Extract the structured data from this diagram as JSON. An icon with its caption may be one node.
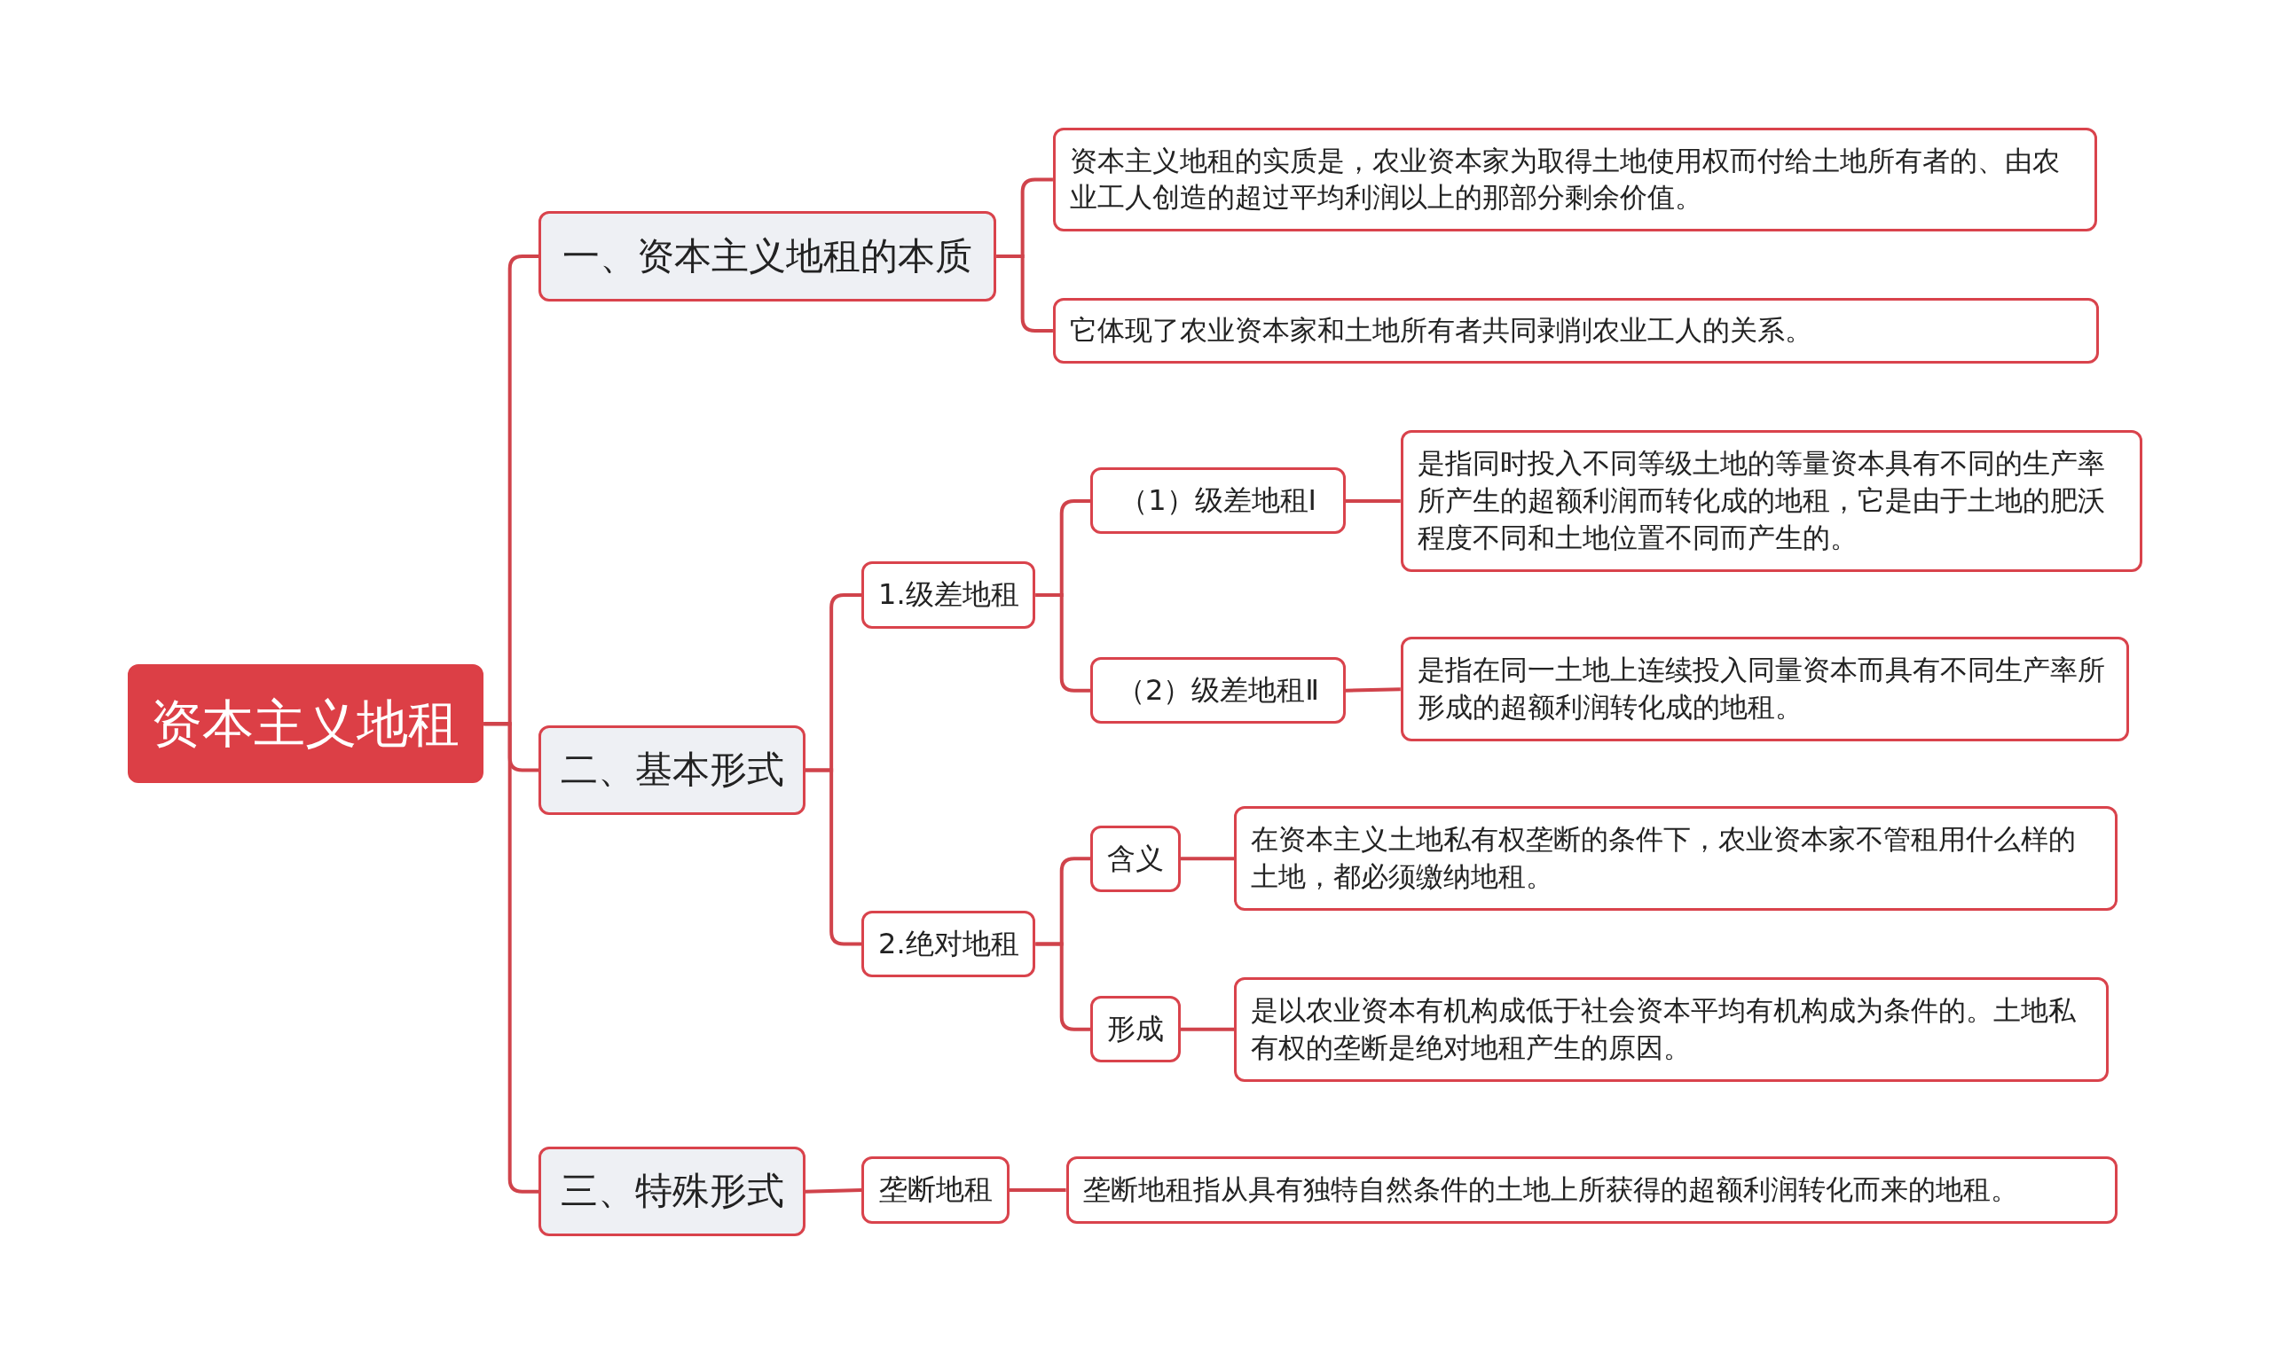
{
  "diagram": {
    "nodes": [
      {
        "text": [
          "资本主义地租"
        ]
      },
      {
        "text": [
          "一、资本主义地租的本质"
        ]
      },
      {
        "text": [
          "资本主义地租的实质是，农业资本家为取得土地使用权而付给土地所有者的、由农业工人创造的超过平均利润以上的那部分剩余价值。"
        ]
      },
      {
        "text": [
          "它体现了农业资本家和土地所有者共同剥削农业工人的关系。"
        ]
      },
      {
        "text": [
          "二、基本形式"
        ]
      },
      {
        "text": [
          "1.级差地租"
        ]
      },
      {
        "text": [
          "（1）级差地租Ⅰ"
        ]
      },
      {
        "text": [
          "是指同时投入不同等级土地的等量资本具有不同的生产率所产生的超额利润而转化成的地租，它是由于土地的肥沃程度不同和土地位置不同而产生的。"
        ]
      },
      {
        "text": [
          "（2）级差地租Ⅱ"
        ]
      },
      {
        "text": [
          "是指在同一土地上连续投入同量资本而具有不同生产率所形成的超额利润转化成的地租。"
        ]
      },
      {
        "text": [
          "2.绝对地租"
        ]
      },
      {
        "text": [
          "含义"
        ]
      },
      {
        "text": [
          "在资本主义土地私有权垄断的条件下，农业资本家不管租用什么样的土地，都必须缴纳地租。"
        ]
      },
      {
        "text": [
          "形成"
        ]
      },
      {
        "text": [
          "是以农业资本有机构成低于社会资本平均有机构成为条件的。土地私有权的垄断是绝对地租产生的原因。"
        ]
      },
      {
        "text": [
          "三、特殊形式"
        ]
      },
      {
        "text": [
          "垄断地租"
        ]
      },
      {
        "text": [
          "垄断地租指从具有独特自然条件的土地上所获得的超额利润转化而来的地租。"
        ]
      }
    ],
    "edges": [
      {
        "from": 0,
        "to": 1,
        "arrow": "none"
      },
      {
        "from": 0,
        "to": 4,
        "arrow": "none"
      },
      {
        "from": 0,
        "to": 15,
        "arrow": "none"
      },
      {
        "from": 1,
        "to": 2,
        "arrow": "none"
      },
      {
        "from": 1,
        "to": 3,
        "arrow": "none"
      },
      {
        "from": 4,
        "to": 5,
        "arrow": "none"
      },
      {
        "from": 4,
        "to": 10,
        "arrow": "none"
      },
      {
        "from": 5,
        "to": 6,
        "arrow": "none"
      },
      {
        "from": 5,
        "to": 8,
        "arrow": "none"
      },
      {
        "from": 6,
        "to": 7,
        "arrow": "none"
      },
      {
        "from": 8,
        "to": 9,
        "arrow": "none"
      },
      {
        "from": 10,
        "to": 11,
        "arrow": "none"
      },
      {
        "from": 10,
        "to": 13,
        "arrow": "none"
      },
      {
        "from": 11,
        "to": 12,
        "arrow": "none"
      },
      {
        "from": 13,
        "to": 14,
        "arrow": "none"
      },
      {
        "from": 15,
        "to": 16,
        "arrow": "none"
      },
      {
        "from": 16,
        "to": 17,
        "arrow": "none"
      }
    ]
  }
}
